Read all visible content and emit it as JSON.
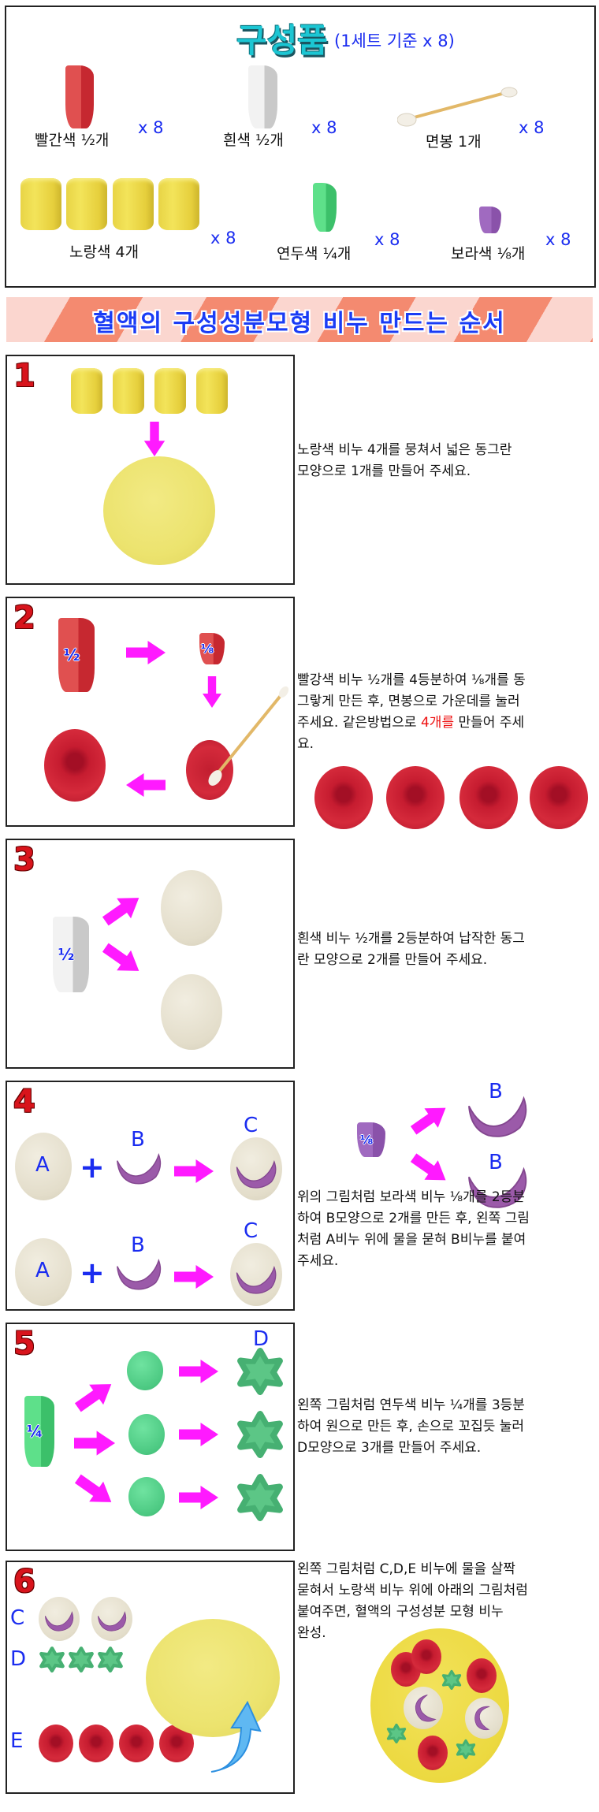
{
  "kit": {
    "title": "구성품",
    "subtitle": "(1세트 기준 x 8)",
    "items": [
      {
        "label": "빨간색 ½개",
        "qty": "x 8"
      },
      {
        "label": "흰색 ½개",
        "qty": "x 8"
      },
      {
        "label": "면봉 1개",
        "qty": "x 8"
      },
      {
        "label": "노랑색 4개",
        "qty": "x 8"
      },
      {
        "label": "연두색 ¼개",
        "qty": "x 8"
      },
      {
        "label": "보라색 ⅛개",
        "qty": "x 8"
      }
    ]
  },
  "banner": {
    "title": "혈액의 구성성분모형 비누 만드는 순서"
  },
  "colors": {
    "arrow": "#ff1aff",
    "letters": "#1a2cf0",
    "highlight": "#ee1111",
    "step_number": "#d8141c"
  },
  "fractions": {
    "half": "½",
    "eighth": "⅛",
    "quarter": "¼"
  },
  "labels": {
    "A": "A",
    "B": "B",
    "C": "C",
    "D": "D",
    "E": "E",
    "plus": "+"
  },
  "steps": [
    {
      "number": "1",
      "lines": [
        "노랑색 비누 4개를 뭉쳐서 넓은 동그란",
        "모양으로 1개를 만들어 주세요."
      ]
    },
    {
      "number": "2",
      "lines": [
        "빨강색 비누 ½개를 4등분하여 ⅛개를 동",
        "그랗게 만든 후, 면봉으로 가운데를 눌러",
        "",
        "요."
      ],
      "line3": {
        "before": "주세요. 같은방법으로 ",
        "highlight": "4개를",
        "after": " 만들어 주세"
      }
    },
    {
      "number": "3",
      "lines": [
        "흰색 비누 ½개를 2등분하여 납작한 동그",
        "란 모양으로 2개를 만들어 주세요."
      ]
    },
    {
      "number": "4",
      "lines": [
        "위의 그림처럼  보라색 비누 ⅛개를 2등분",
        "하여 B모양으로 2개를 만든 후, 왼쪽 그림",
        "처럼 A비누 위에 물을 묻혀 B비누를 붙여",
        "주세요."
      ]
    },
    {
      "number": "5",
      "lines": [
        "왼쪽 그림처럼  연두색 비누 ¼개를 3등분",
        "하여 원으로 만든 후, 손으로 꼬집듯 눌러",
        "D모양으로 3개를 만들어 주세요."
      ]
    },
    {
      "number": "6",
      "lines": [
        "왼쪽 그림처럼 C,D,E 비누에 물을 살짝",
        "묻혀서 노랑색 비누 위에 아래의 그림처럼",
        "붙여주면, 혈액의 구성성분 모형 비누",
        "완성."
      ]
    }
  ]
}
